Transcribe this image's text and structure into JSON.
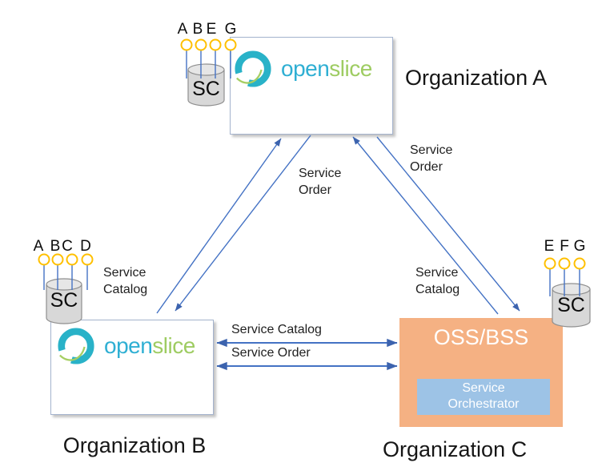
{
  "logo": {
    "open": "open",
    "slice": "slice"
  },
  "org_a": {
    "title": "Organization A",
    "store_label": "SC",
    "interfaces": [
      "A",
      "B",
      "E",
      "G"
    ]
  },
  "org_b": {
    "title": "Organization B",
    "store_label": "SC",
    "interfaces": [
      "A",
      "B",
      "C",
      "D"
    ]
  },
  "org_c": {
    "title": "Organization C",
    "store_label": "SC",
    "interfaces": [
      "E",
      "F",
      "G"
    ],
    "system_label": "OSS/BSS",
    "orchestrator_line1": "Service",
    "orchestrator_line2": "Orchestrator"
  },
  "links": {
    "ab_service_order_line1": "Service",
    "ab_service_order_line2": "Order",
    "ac_service_order_line1": "Service",
    "ac_service_order_line2": "Order",
    "ac_service_catalog_line1": "Service",
    "ac_service_catalog_line2": "Catalog",
    "b_service_catalog_line1": "Service",
    "b_service_catalog_line2": "Catalog",
    "bc_service_catalog": "Service Catalog",
    "bc_service_order": "Service Order"
  },
  "colors": {
    "arrow_blue": "#4472C4",
    "arrowhead_blue": "#3C63AE",
    "interface_yellow": "#FFC000",
    "oss_bss_orange": "#F5B183",
    "orchestrator_blue": "#9DC3E6",
    "cylinder_gray": "#D9D9D9",
    "logo_teal": "#29B2C8",
    "logo_open_blue": "#2FAFD3",
    "logo_slice_green": "#9ECC62"
  }
}
